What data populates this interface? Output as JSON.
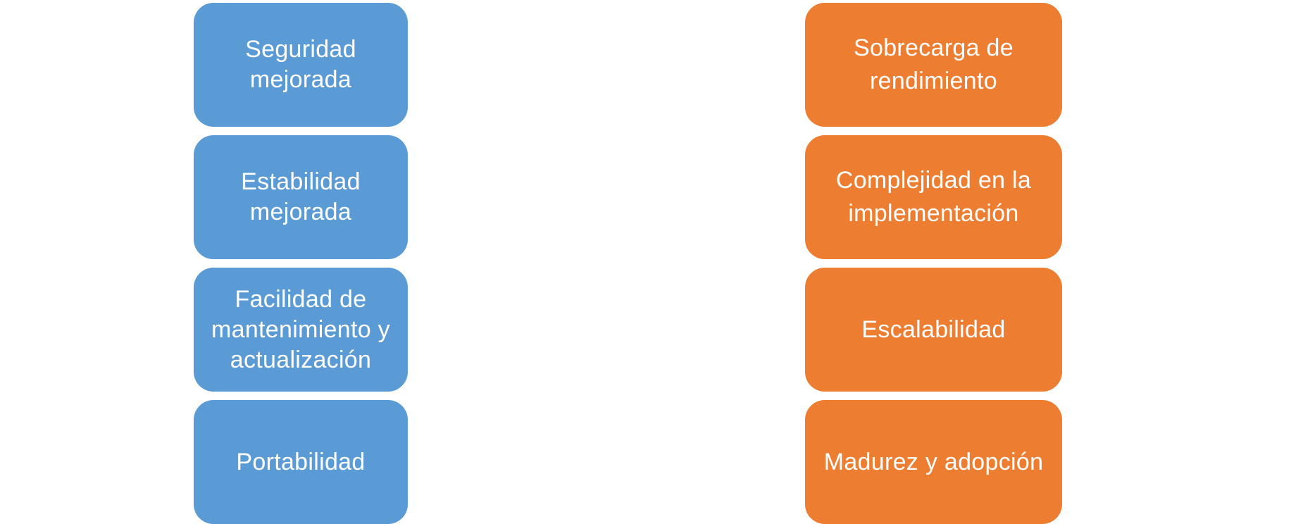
{
  "left_column": {
    "color": "#5b9bd5",
    "items": [
      {
        "label": "Seguridad mejorada"
      },
      {
        "label": "Estabilidad mejorada"
      },
      {
        "label": "Facilidad de mantenimiento y actualización"
      },
      {
        "label": "Portabilidad"
      }
    ]
  },
  "right_column": {
    "color": "#ed7d31",
    "items": [
      {
        "label": "Sobrecarga de rendimiento"
      },
      {
        "label": "Complejidad en la implementación"
      },
      {
        "label": "Escalabilidad"
      },
      {
        "label": "Madurez y adopción"
      }
    ]
  }
}
